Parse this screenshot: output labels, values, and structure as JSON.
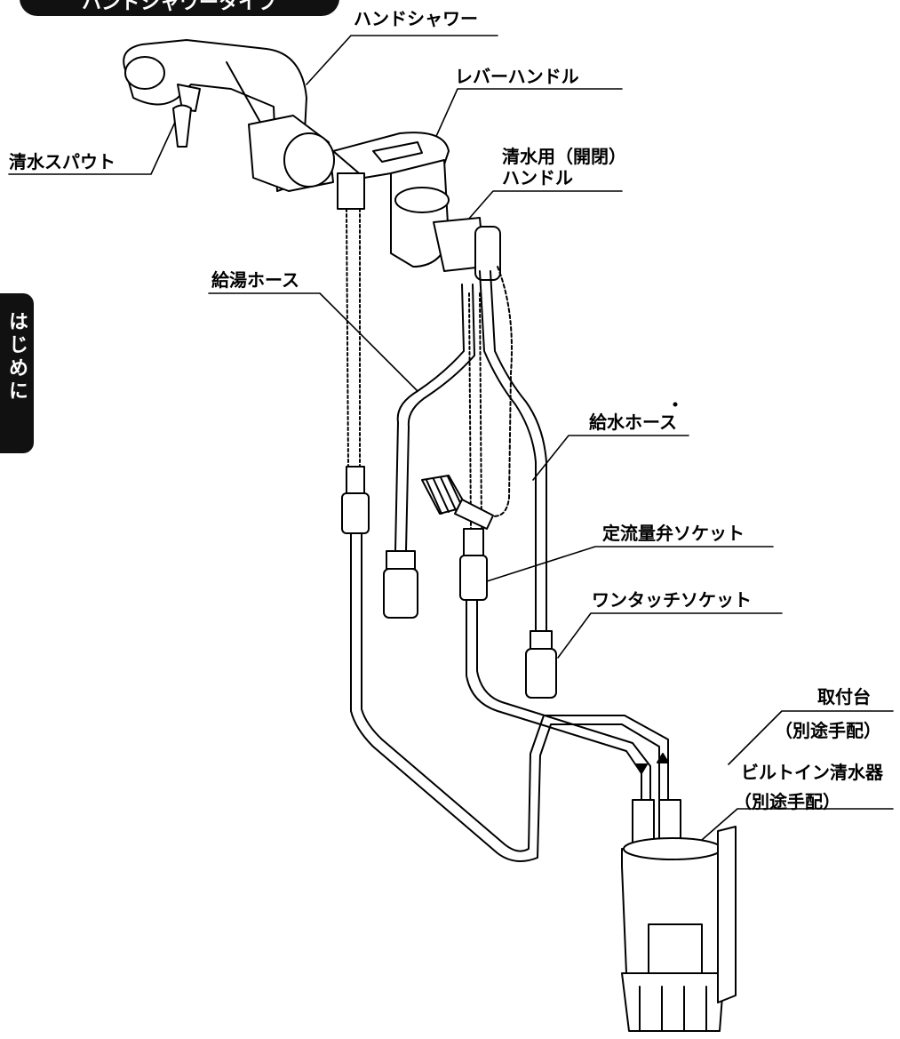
{
  "header": {
    "title": "ハンドシャワータイプ"
  },
  "side_tab": {
    "text": "はじめに"
  },
  "labels": {
    "hand_shower": "ハンドシャワー",
    "lever_handle": "レバーハンドル",
    "clean_water_handle_1": "清水用（開閉）",
    "clean_water_handle_2": "ハンドル",
    "clean_water_spout": "清水スパウト",
    "hot_water_hose": "給湯ホース",
    "cold_water_hose": "給水ホース",
    "constant_flow_valve_socket": "定流量弁ソケット",
    "one_touch_socket": "ワンタッチソケット",
    "builtin_purifier": "ビルトイン清水器",
    "builtin_purifier_note": "（別途手配）",
    "mounting_base": "取付台",
    "mounting_base_note": "（別途手配）"
  }
}
